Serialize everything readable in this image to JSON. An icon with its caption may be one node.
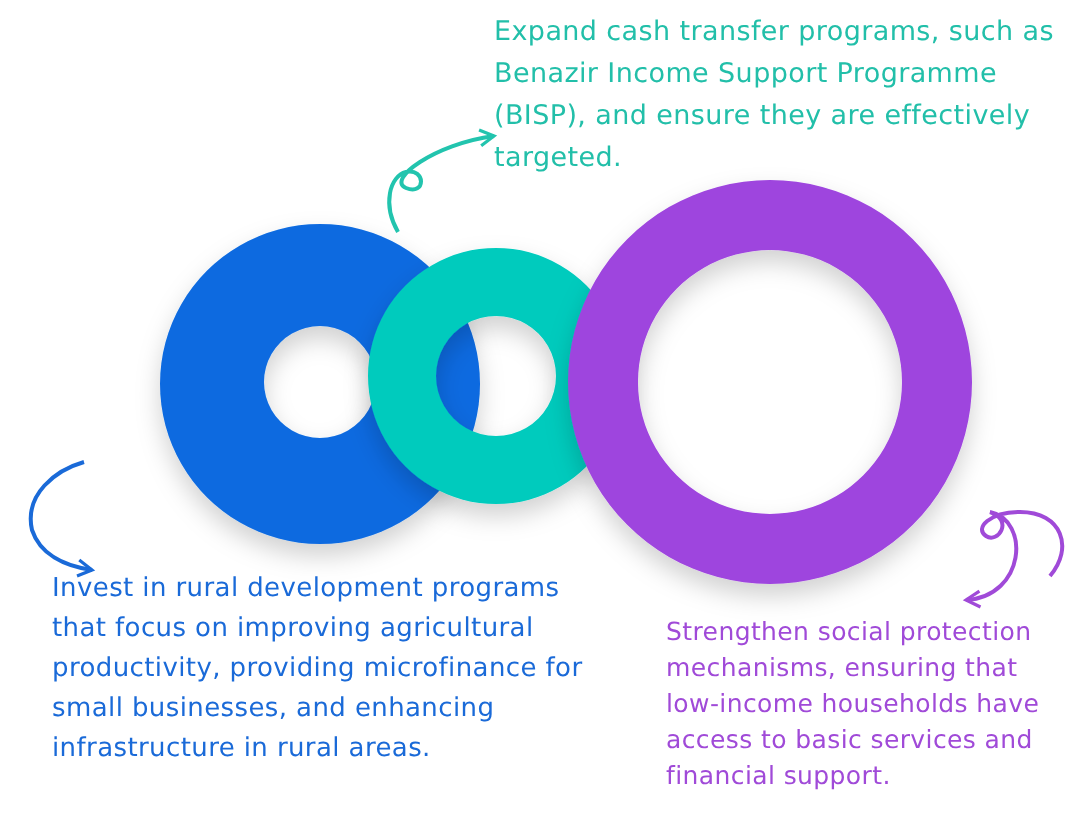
{
  "diagram": {
    "nodes": [
      {
        "text": [
          "Expand cash transfer programs, such as Benazir Income Support Programme (BISP), and ensure they are effectively targeted."
        ]
      },
      {
        "text": [
          "Invest in rural development programs that focus on improving agricultural productivity, providing microfinance for small businesses, and enhancing infrastructure in rural areas."
        ]
      },
      {
        "text": [
          "Strengthen social protection mechanisms, ensuring that low-income households have access to basic services and financial support."
        ]
      }
    ],
    "edges": [
      {
        "from": null,
        "to": 0,
        "arrow": "to",
        "color": "#22c4ae"
      },
      {
        "from": null,
        "to": 1,
        "arrow": "to",
        "color": "#1a6ad8"
      },
      {
        "from": null,
        "to": 2,
        "arrow": "to",
        "color": "#a04ad8"
      }
    ]
  }
}
